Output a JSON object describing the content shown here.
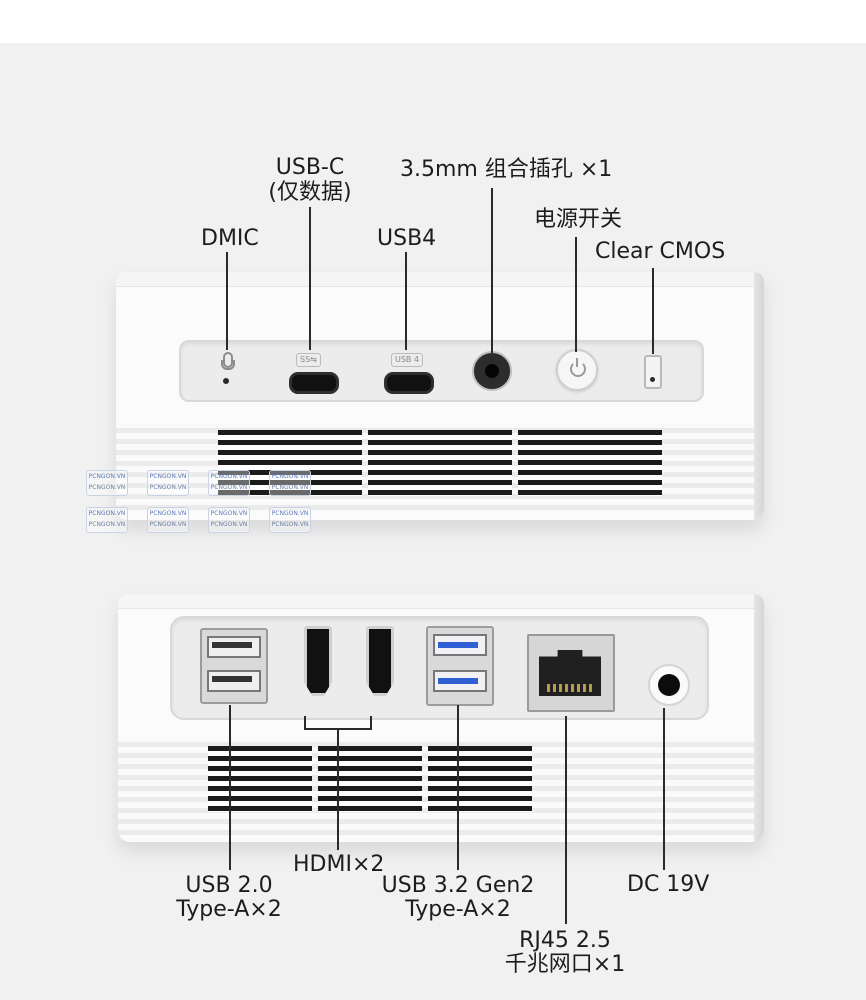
{
  "front_labels": {
    "usb_c": "USB-C",
    "usb_c_note": "(仅数据)",
    "audio": "3.5mm 组合插孔 ×1",
    "dmic": "DMIC",
    "usb4": "USB4",
    "power": "电源开关",
    "clear_cmos": "Clear CMOS"
  },
  "front_port_markings": {
    "usb_c_mark": "SS⇆",
    "usb4_mark": "USB 4"
  },
  "rear_labels": {
    "usb2_line1": "USB 2.0",
    "usb2_line2": "Type-A×2",
    "hdmi": "HDMI×2",
    "usb32_line1": "USB 3.2 Gen2",
    "usb32_line2": "Type-A×2",
    "dc": "DC 19V",
    "rj45_line1": "RJ45 2.5",
    "rj45_line2": "千兆网口×1"
  },
  "watermark": {
    "top": "PCNGON.VN",
    "bottom": "PCNGON.VN"
  },
  "colors": {
    "background": "#f1f1f2",
    "device_shell": "#fbfbfb",
    "usb3_accent": "#2f5fd3"
  }
}
